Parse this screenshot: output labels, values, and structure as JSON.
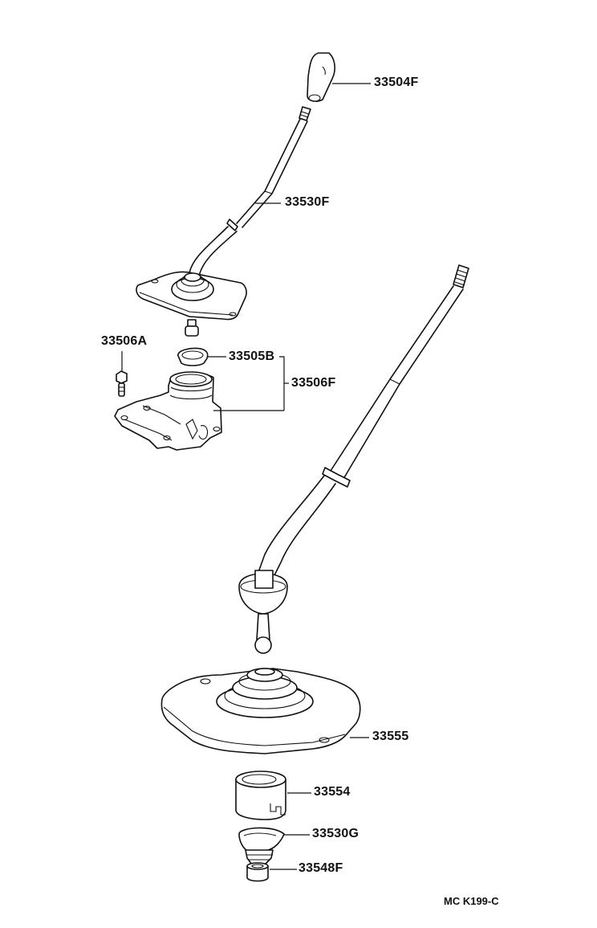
{
  "diagram": {
    "type": "exploded-parts-diagram",
    "subject": "Shift lever and retainer assembly",
    "background": "#ffffff",
    "ink_color": "#111111",
    "parts": [
      {
        "id": "33504F",
        "label": "33504F",
        "description": "Shift lever knob"
      },
      {
        "id": "33530F",
        "label": "33530F",
        "description": "Shift lever (upper assembly)"
      },
      {
        "id": "33506A",
        "label": "33506A",
        "description": "Bolt"
      },
      {
        "id": "33505B",
        "label": "33505B",
        "description": "Seat / bushing"
      },
      {
        "id": "33506F",
        "label": "33506F",
        "description": "Shift lever retainer housing (bracket covers 33505B)"
      },
      {
        "id": "33555",
        "label": "33555",
        "description": "Shift lever boot plate"
      },
      {
        "id": "33554",
        "label": "33554",
        "description": "Shift lever seat"
      },
      {
        "id": "33530G",
        "label": "33530G",
        "description": "Boot / cap"
      },
      {
        "id": "33548F",
        "label": "33548F",
        "description": "Bushing"
      }
    ],
    "footer_code": "MC  K199-C"
  }
}
